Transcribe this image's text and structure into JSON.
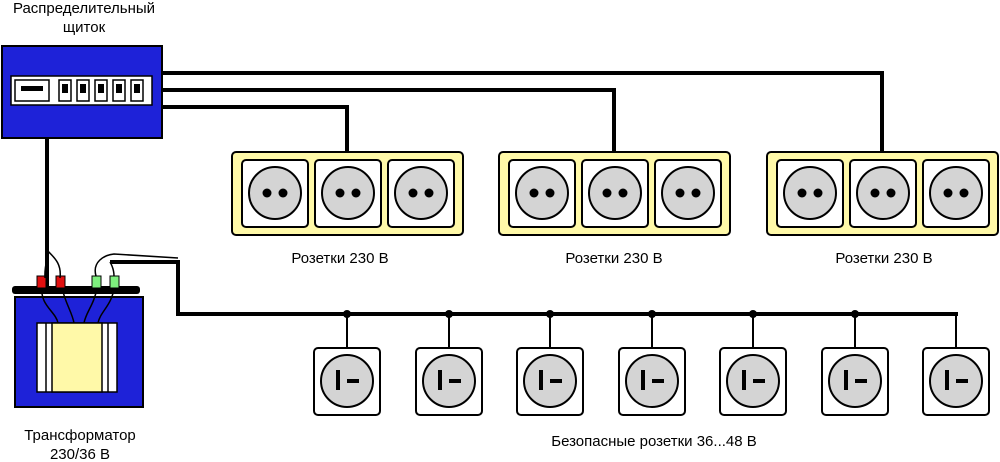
{
  "panel": {
    "title_line1": "Распределительный",
    "title_line2": "щиток",
    "color": "#1e22d8"
  },
  "sockets_230": {
    "count_groups": 3,
    "sockets_per_group": 3,
    "frame_color": "#fff9a8",
    "label": "Розетки 230 В",
    "labels": [
      "Розетки 230 В",
      "Розетки 230 В",
      "Розетки 230 В"
    ]
  },
  "transformer": {
    "title_line1": "Трансформатор",
    "title_line2": "230/36 В",
    "frame_color": "#1e22d8",
    "core_color": "#fff9a8"
  },
  "safe_sockets": {
    "count": 7,
    "label": "Безопасные розетки 36...48 В"
  },
  "colors": {
    "wire": "#000000",
    "socket_face": "#d4d4d4",
    "terminal_primary": "#e01010",
    "terminal_secondary": "#7ef07e"
  }
}
